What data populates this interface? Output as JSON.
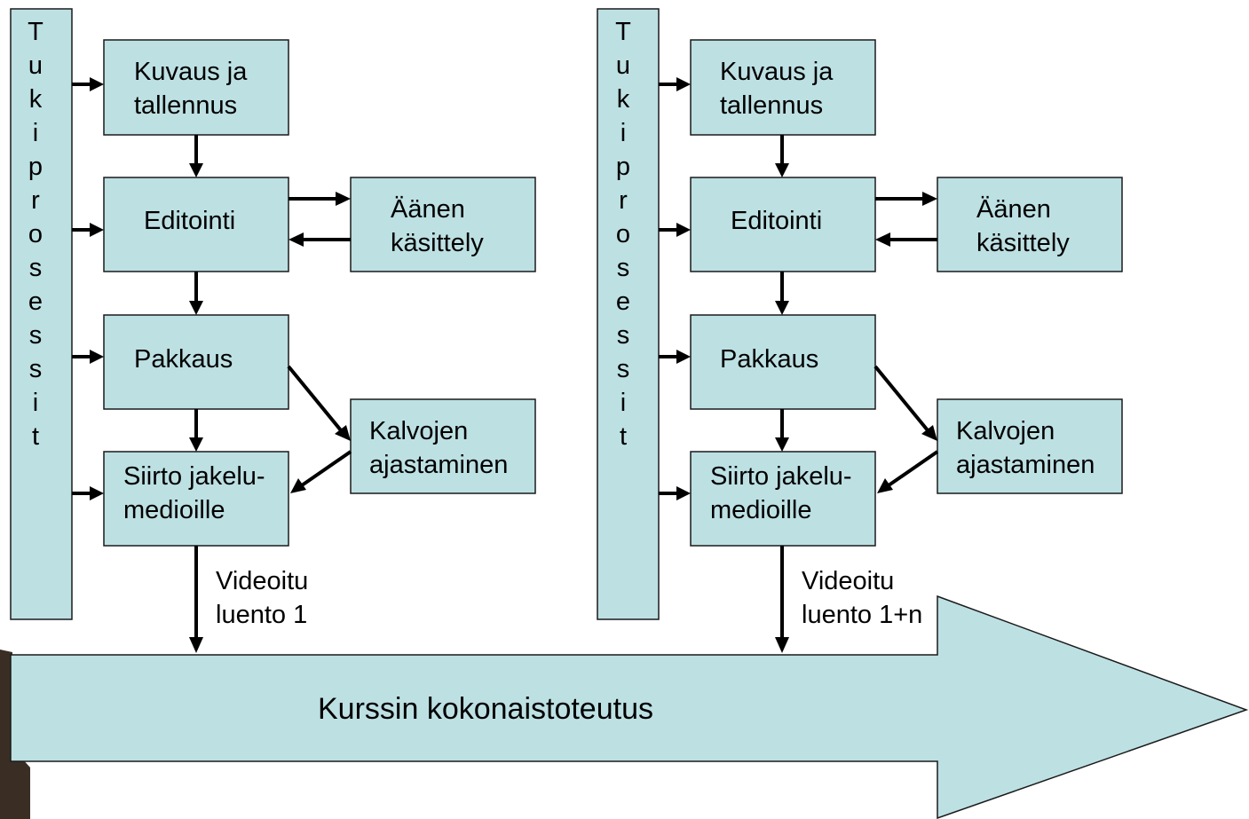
{
  "diagram": {
    "left": {
      "sidebar": "Tukiprosessit",
      "kuvaus": [
        "Kuvaus ja",
        "tallennus"
      ],
      "editointi": [
        "Editointi"
      ],
      "aanen": [
        "Äänen",
        "käsittely"
      ],
      "pakkaus": [
        "Pakkaus"
      ],
      "kalvojen": [
        "Kalvojen",
        "ajastaminen"
      ],
      "siirto": [
        "Siirto jakelu-",
        "medioille"
      ],
      "output": [
        "Videoitu",
        "luento 1"
      ]
    },
    "right": {
      "sidebar": "Tukiprosessit",
      "kuvaus": [
        "Kuvaus ja",
        "tallennus"
      ],
      "editointi": [
        "Editointi"
      ],
      "aanen": [
        "Äänen",
        "käsittely"
      ],
      "pakkaus": [
        "Pakkaus"
      ],
      "kalvojen": [
        "Kalvojen",
        "ajastaminen"
      ],
      "siirto": [
        "Siirto jakelu-",
        "medioille"
      ],
      "output": [
        "Videoitu",
        "luento 1+n"
      ]
    },
    "course": "Kurssin kokonaistoteutus"
  },
  "colors": {
    "box_fill": "#bde0e3",
    "stroke": "#1a1a1a",
    "arrow": "#000000"
  }
}
